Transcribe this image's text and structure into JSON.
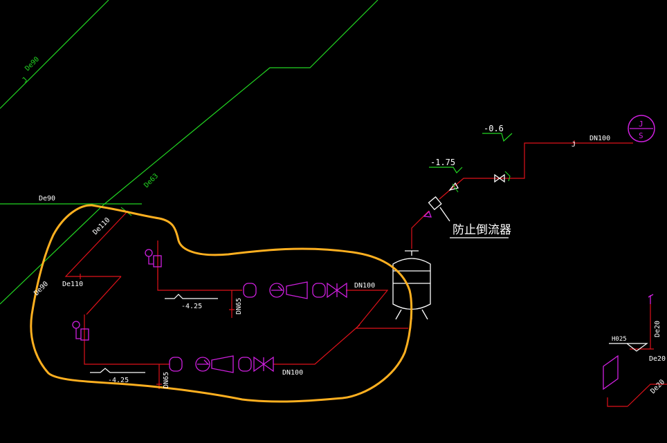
{
  "colors": {
    "background": "#000000",
    "green_pipe": "#22d622",
    "red_pipe": "#e0121a",
    "magenta": "#d020e0",
    "white": "#ffffff",
    "annotation": "#ffb020"
  },
  "labels": {
    "de90_top": "De90",
    "j_top": "J",
    "de63": "De63",
    "de90_left": "De90",
    "de110_diag": "De110",
    "de90_lower": "De90",
    "de110_short": "De110",
    "level_upper_pump": "-4.25",
    "level_lower_pump": "-4.25",
    "dn65_upper": "DN65",
    "dn65_lower": "DN65",
    "dn100_upper": "DN100",
    "dn100_lower": "DN100",
    "level_175": "-1.75",
    "level_06": "-0.6",
    "dn100_top": "DN100",
    "j_right": "J",
    "backflow": "防止倒流器",
    "symbol_top": "J",
    "symbol_bottom": "S",
    "h025": "H025",
    "de20_a": "De20",
    "de20_b": "De20",
    "de20_c": "De20"
  }
}
